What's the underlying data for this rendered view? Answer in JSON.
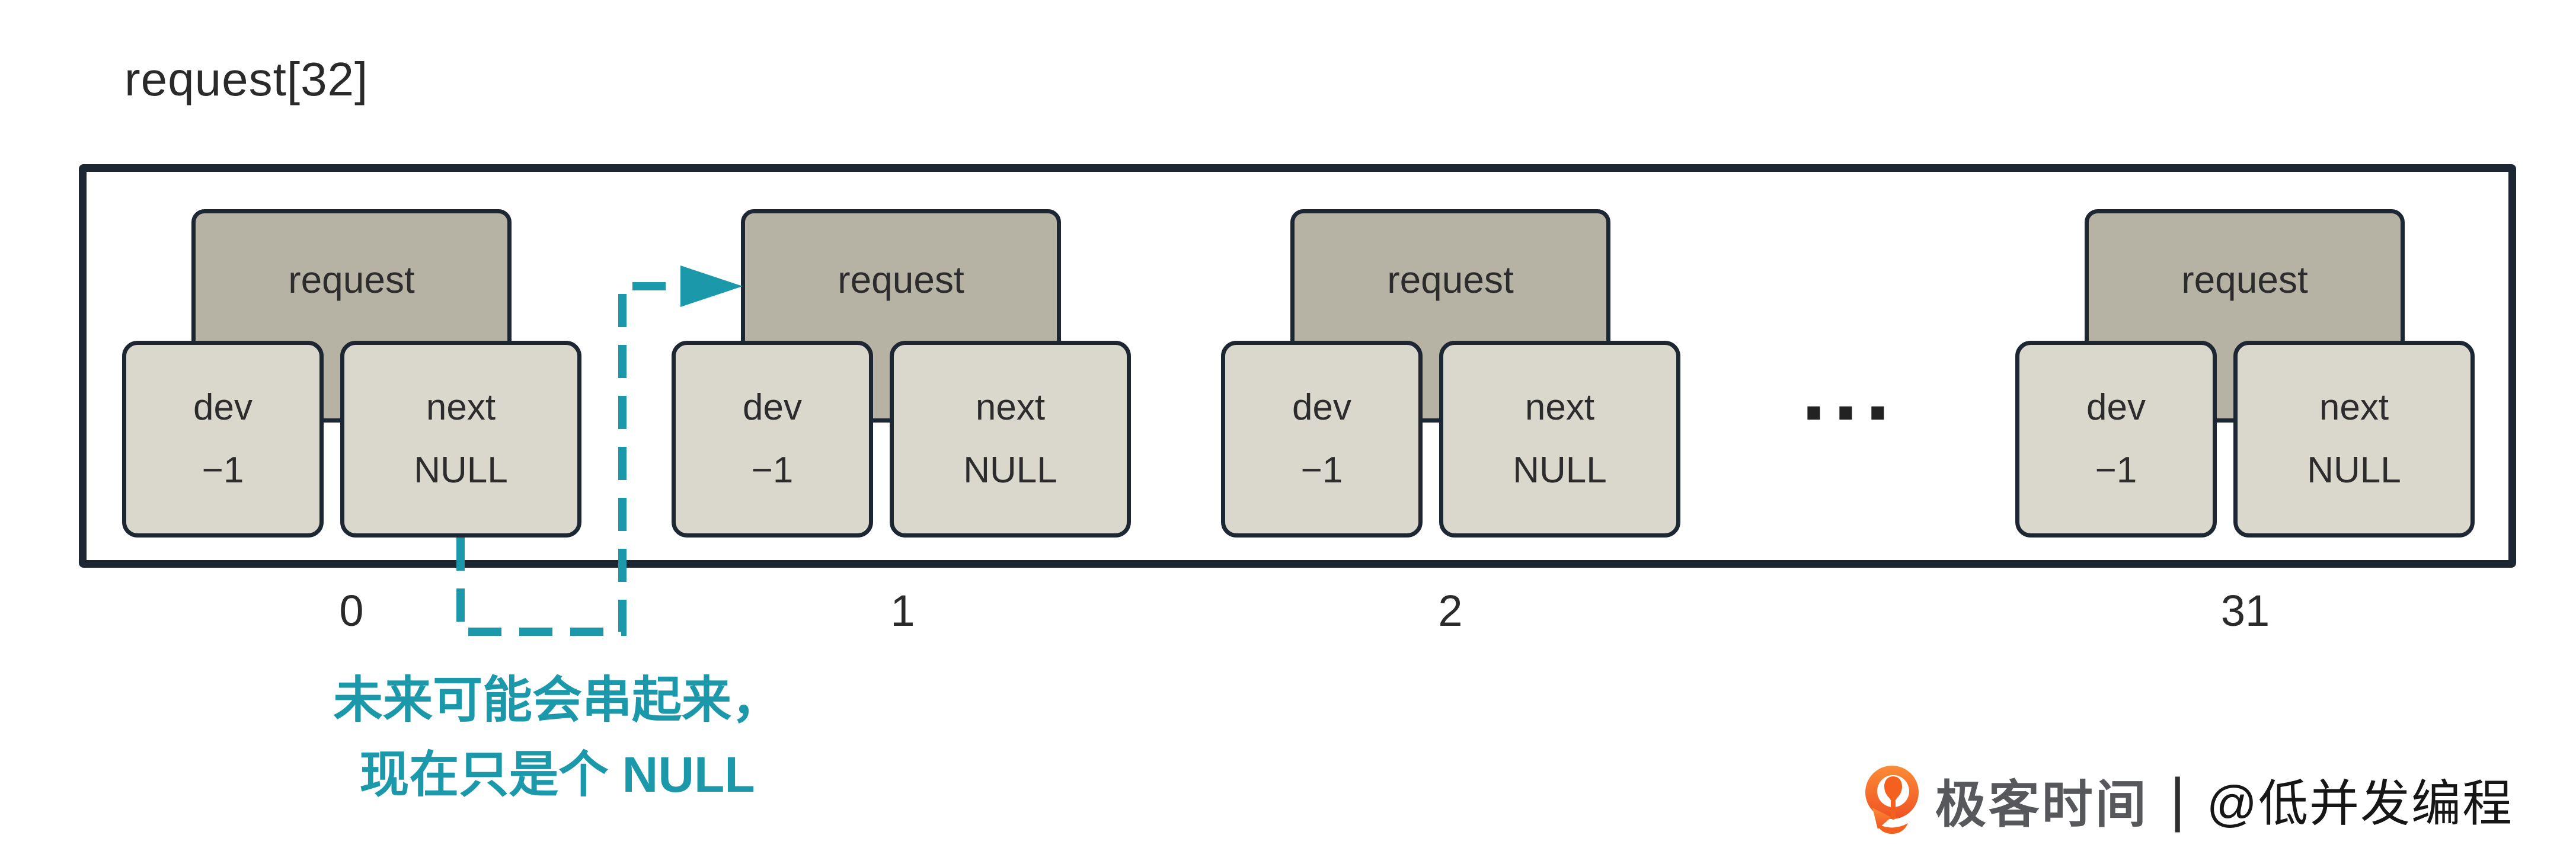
{
  "title": "request[32]",
  "cells": [
    {
      "index": "0",
      "struct_label": "request",
      "fields": [
        {
          "label": "dev",
          "value": "−1"
        },
        {
          "label": "next",
          "value": "NULL"
        }
      ]
    },
    {
      "index": "1",
      "struct_label": "request",
      "fields": [
        {
          "label": "dev",
          "value": "−1"
        },
        {
          "label": "next",
          "value": "NULL"
        }
      ]
    },
    {
      "index": "2",
      "struct_label": "request",
      "fields": [
        {
          "label": "dev",
          "value": "−1"
        },
        {
          "label": "next",
          "value": "NULL"
        }
      ]
    },
    {
      "index": "31",
      "struct_label": "request",
      "fields": [
        {
          "label": "dev",
          "value": "−1"
        },
        {
          "label": "next",
          "value": "NULL"
        }
      ]
    }
  ],
  "ellipsis": "···",
  "annotation": {
    "line1": "未来可能会串起来，",
    "line2": "现在只是个 NULL"
  },
  "watermark": {
    "brand": "极客时间",
    "separator": "|",
    "handle": "@低并发编程"
  },
  "colors": {
    "accent_teal": "#1b99aa",
    "outline_dark": "#1d2733",
    "tab_fill": "#b6b3a5",
    "field_fill": "#dad8cc",
    "brand_orange": "#f4611f"
  }
}
